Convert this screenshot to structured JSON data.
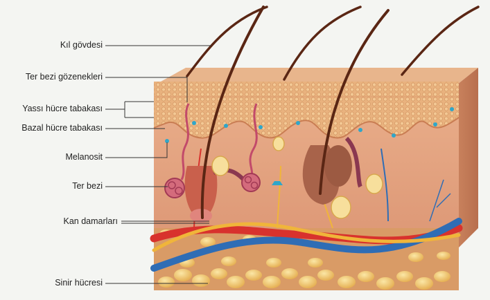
{
  "labels": {
    "hair_shaft": "Kıl gövdesi",
    "sweat_pores": "Ter bezi gözenekleri",
    "squamous_layer": "Yassı hücre tabakası",
    "basal_layer": "Bazal hücre tabakası",
    "melanocyte": "Melanosit",
    "sweat_gland": "Ter bezi",
    "blood_vessels": "Kan damarları",
    "nerve_cell": "Sinir hücresi"
  },
  "colors": {
    "background": "#f4f5f2",
    "epidermis": "#e7b07a",
    "dermis": "#e3a07f",
    "hypodermis": "#d8915e",
    "artery": "#d8322d",
    "vein": "#2f6db5",
    "nerve": "#f0b53a",
    "hair": "#5a2614",
    "fat": "#f5cf78",
    "melanocyte": "#2fa6c9"
  }
}
